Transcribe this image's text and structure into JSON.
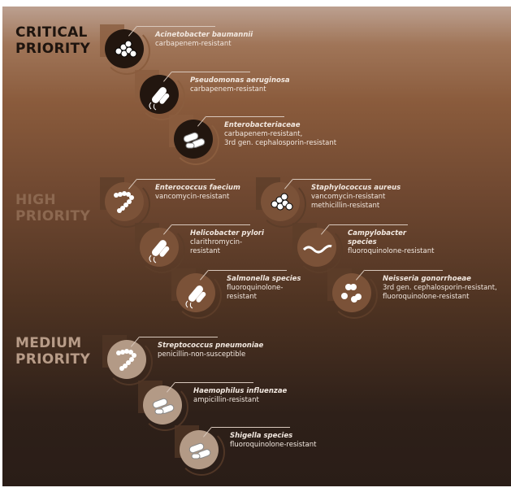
{
  "groups": [
    {
      "id": "critical",
      "title": [
        "CRITICAL",
        "PRIORITY"
      ],
      "title_color": "#1e140e",
      "circle_color": "#22160f",
      "wedge_color": "#8a5d3e",
      "items": [
        {
          "name": "Acinetobacter baumannii",
          "desc": [
            "carbapenem-resistant"
          ],
          "icon": "cocci-cluster-icon"
        },
        {
          "name": "Pseudomonas aeruginosa",
          "desc": [
            "carbapenem-resistant"
          ],
          "icon": "flagellated-rod-icon"
        },
        {
          "name": "Enterobacteriaceae",
          "desc": [
            "carbapenem-resistant,",
            "3rd gen. cephalosporin-resistant"
          ],
          "icon": "rod-pair-icon"
        }
      ]
    },
    {
      "id": "high",
      "title": [
        "HIGH",
        "PRIORITY"
      ],
      "title_color": "#8c6850",
      "circle_color": "#7b5238",
      "wedge_color": "#5c3d29",
      "items": [
        {
          "name": "Enterococcus faecium",
          "desc": [
            "vancomycin-resistant"
          ],
          "icon": "cocci-chain-icon"
        },
        {
          "name": "Helicobacter pylori",
          "desc": [
            "clarithromycin-",
            "resistant"
          ],
          "icon": "flagellated-rod-icon"
        },
        {
          "name": "Salmonella species",
          "desc": [
            "fluoroquinolone-",
            "resistant"
          ],
          "icon": "flagellated-rod-icon"
        },
        {
          "name": "Staphylococcus aureus",
          "desc": [
            "vancomycin-resistant",
            "methicillin-resistant"
          ],
          "icon": "cocci-cluster-icon"
        },
        {
          "name": "Campylobacter species",
          "desc": [
            "fluoroquinolone-resistant"
          ],
          "icon": "spiral-bacterium-icon"
        },
        {
          "name": "Neisseria gonorrhoeae",
          "desc": [
            "3rd gen. cephalosporin-resistant,",
            "fluoroquinolone-resistant"
          ],
          "icon": "diplococci-icon"
        }
      ]
    },
    {
      "id": "medium",
      "title": [
        "MEDIUM",
        "PRIORITY"
      ],
      "title_color": "#b89c88",
      "circle_color": "#b39a86",
      "wedge_color": "#503626",
      "items": [
        {
          "name": "Streptococcus pneumoniae",
          "desc": [
            "penicillin-non-susceptible"
          ],
          "icon": "cocci-chain-icon"
        },
        {
          "name": "Haemophilus influenzae",
          "desc": [
            "ampicillin-resistant"
          ],
          "icon": "rod-pair-icon"
        },
        {
          "name": "Shigella species",
          "desc": [
            "fluoroquinolone-resistant"
          ],
          "icon": "rod-pair-icon"
        }
      ]
    }
  ]
}
